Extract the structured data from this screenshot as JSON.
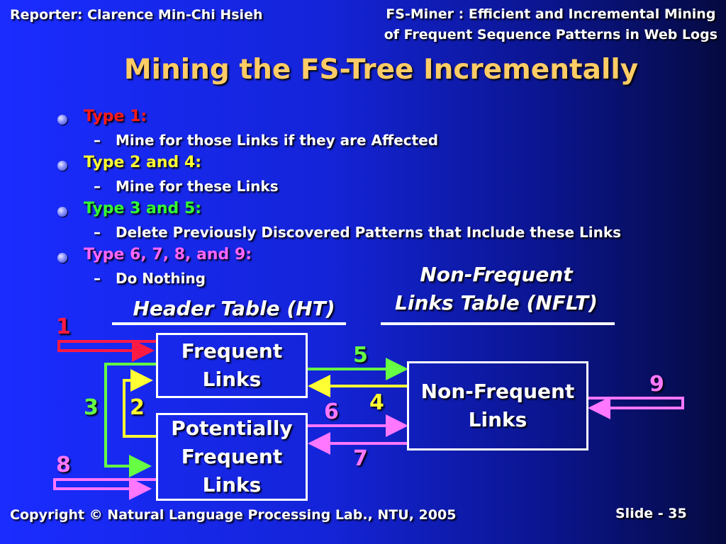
{
  "header": {
    "reporter": "Reporter: Clarence Min-Chi Hsieh",
    "subject_line1": "FS-Miner : Efficient and Incremental Mining",
    "subject_line2": "of Frequent Sequence Patterns in Web Logs"
  },
  "title": "Mining the FS-Tree Incrementally",
  "bullets": [
    {
      "label": "Type 1:",
      "color": "#ff1a1a",
      "sub": "Mine for those Links if they are Affected"
    },
    {
      "label": "Type 2 and 4:",
      "color": "#ffff33",
      "sub": "Mine for these Links"
    },
    {
      "label": "Type 3 and 5:",
      "color": "#33ff33",
      "sub": "Delete Previously Discovered Patterns that Include these Links"
    },
    {
      "label": "Type 6, 7, 8, and 9:",
      "color": "#ff66ff",
      "sub": "Do Nothing"
    }
  ],
  "dash": "–",
  "diagram": {
    "ht_label": "Header Table (HT)",
    "nflt_label_line1": "Non-Frequent",
    "nflt_label_line2": "Links Table (NFLT)",
    "frequent_box": {
      "line1": "Frequent",
      "line2": "Links"
    },
    "potential_box": {
      "line1": "Potentially",
      "line2": "Frequent",
      "line3": "Links"
    },
    "nonfrequent_box": {
      "line1": "Non-Frequent",
      "line2": "Links"
    },
    "numbers": {
      "n1": "1",
      "n2": "2",
      "n3": "3",
      "n4": "4",
      "n5": "5",
      "n6": "6",
      "n7": "7",
      "n8": "8",
      "n9": "9"
    },
    "colors": {
      "type1": "#ff1a44",
      "type2_4": "#ffff33",
      "type3_5": "#66ff44",
      "type6_9": "#ff77ff"
    }
  },
  "footer": {
    "copyright": "Copyright © Natural Language Processing Lab., NTU,  2005",
    "slide": "Slide - 35"
  }
}
